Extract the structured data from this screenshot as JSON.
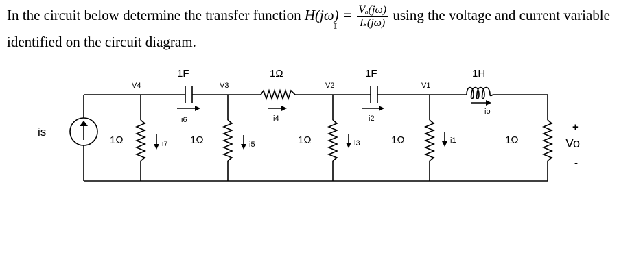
{
  "problem": {
    "text_before": "In the circuit below determine the transfer function ",
    "function_lhs": "H(jω) =",
    "numerator": "Vₒ(jω)",
    "denominator": "Iₛ(jω)",
    "text_after": " using the voltage and current variable identified on the circuit diagram."
  },
  "cursor_glyph": "I",
  "circuit": {
    "source_label": "is",
    "components": {
      "c_left": "1F",
      "r_series_mid": "1Ω",
      "c_right": "1F",
      "inductor": "1H",
      "r_shunt_1": "1Ω",
      "r_shunt_2": "1Ω",
      "r_shunt_3": "1Ω",
      "r_shunt_4": "1Ω",
      "r_load": "1Ω"
    },
    "node_voltages": {
      "v4": "V4",
      "v3": "V3",
      "v2": "V2",
      "v1": "V1"
    },
    "currents": {
      "i6": "i6",
      "i4": "i4",
      "i2": "i2",
      "io": "io",
      "i7": "i7",
      "i5": "i5",
      "i3": "i3",
      "i1": "i1"
    },
    "output": {
      "plus": "+",
      "label": "Vo",
      "minus": "-"
    }
  }
}
